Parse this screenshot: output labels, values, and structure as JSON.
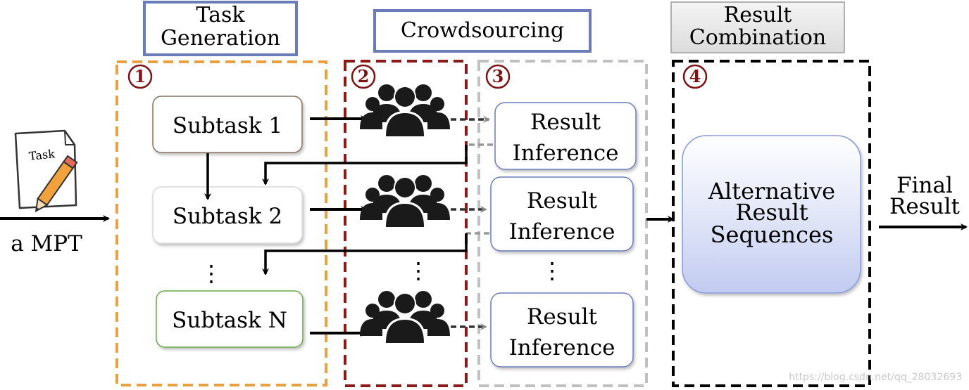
{
  "stages": {
    "task_generation": "Task Generation",
    "task_generation_line1": "Task",
    "task_generation_line2": "Generation",
    "crowdsourcing": "Crowdsourcing",
    "result_combination": "Result Combination",
    "result_combination_line1": "Result",
    "result_combination_line2": "Combination"
  },
  "step_numbers": [
    "1",
    "2",
    "3",
    "4"
  ],
  "input": {
    "icon_label": "Task",
    "label": "a MPT"
  },
  "subtasks": [
    "Subtask 1",
    "Subtask 2",
    "Subtask N"
  ],
  "ellipsis": "⋮",
  "inference": {
    "line1": "Result",
    "line2": "Inference"
  },
  "combination": {
    "line1": "Alternative",
    "line2": "Result",
    "line3": "Sequences"
  },
  "output": {
    "line1": "Final",
    "line2": "Result"
  },
  "watermark": "https://blog.csdn.net/qq_28032693",
  "colors": {
    "task_generation_border": "#e8a040",
    "crowdsourcing_border": "#8b1a1a",
    "inference_border": "#c0c0c0",
    "combination_border": "#000000",
    "title_box_border": "#6a7db8",
    "combination_title_fill": "#e6e6e6",
    "subtask1_border": "#8a7060",
    "subtask2_border": "#d8d8d8",
    "subtaskN_border": "#6aa84f",
    "inference_box_border": "#6a7db8",
    "combination_box_border": "#8a9ad8"
  }
}
